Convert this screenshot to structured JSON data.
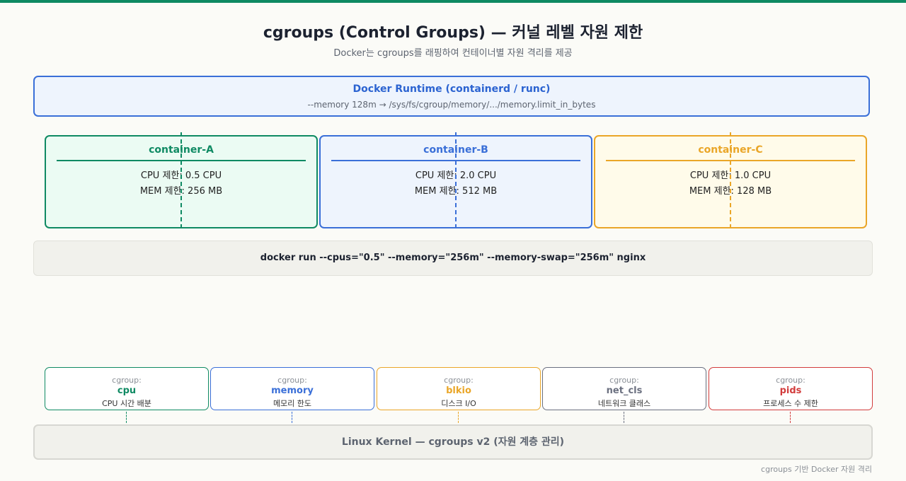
{
  "title": "cgroups (Control Groups) — 커널 레벨 자원 제한",
  "subtitle": "Docker는 cgroups를 래핑하여 컨테이너별 자원 격리를 제공",
  "runtime": {
    "name": "Docker Runtime (containerd / runc)",
    "command": "--memory 128m → /sys/fs/cgroup/memory/.../memory.limit_in_bytes"
  },
  "containers": [
    {
      "name": "container-A",
      "cpu": "CPU 제한: 0.5 CPU",
      "mem": "MEM 제한: 256 MB",
      "color": "#0f8a63",
      "bg": "#ebfbf3"
    },
    {
      "name": "container-B",
      "cpu": "CPU 제한: 2.0 CPU",
      "mem": "MEM 제한: 512 MB",
      "color": "#3a6fd8",
      "bg": "#eef4fd"
    },
    {
      "name": "container-C",
      "cpu": "CPU 제한: 1.0 CPU",
      "mem": "MEM 제한: 128 MB",
      "color": "#eaa628",
      "bg": "#fffbea"
    }
  ],
  "docker_command": "docker run --cpus=\"0.5\" --memory=\"256m\" --memory-swap=\"256m\" nginx",
  "cgroups": [
    {
      "prefix": "cgroup:",
      "name": "cpu",
      "desc": "CPU 시간 배분",
      "color": "#0f8a63"
    },
    {
      "prefix": "cgroup:",
      "name": "memory",
      "desc": "메모리 한도",
      "color": "#3a6fd8"
    },
    {
      "prefix": "cgroup:",
      "name": "blkio",
      "desc": "디스크 I/O",
      "color": "#eaa628"
    },
    {
      "prefix": "cgroup:",
      "name": "net_cls",
      "desc": "네트워크 클래스",
      "color": "#6b7080"
    },
    {
      "prefix": "cgroup:",
      "name": "pids",
      "desc": "프로세스 수 제한",
      "color": "#d23c3c"
    }
  ],
  "kernel": "Linux Kernel — cgroups v2 (자원 계층 관리)",
  "footer": "cgroups 기반 Docker 자원 격리"
}
